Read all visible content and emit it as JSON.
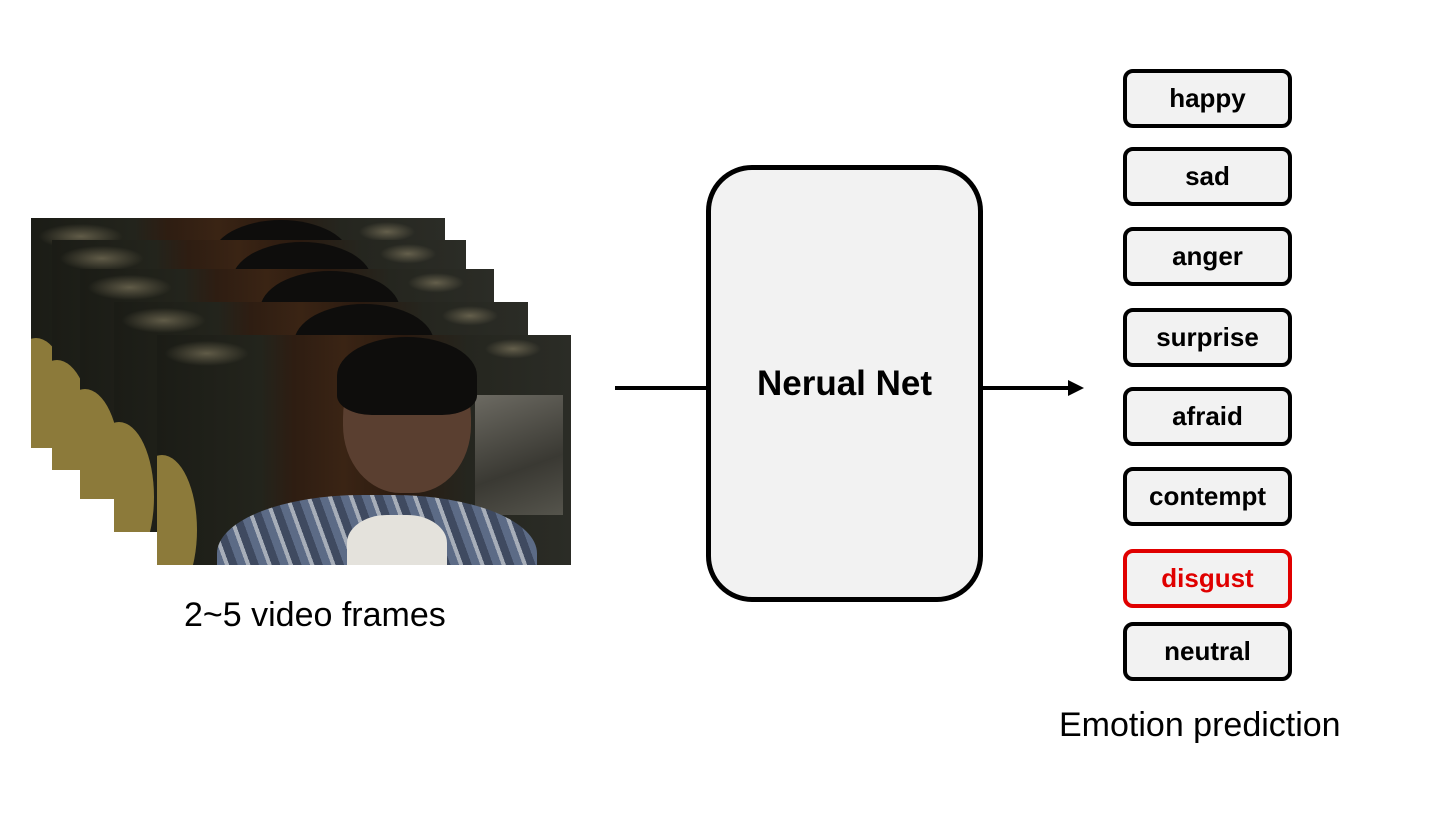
{
  "input": {
    "caption": "2~5 video frames"
  },
  "model": {
    "label": "Nerual Net"
  },
  "output": {
    "caption": "Emotion prediction",
    "highlight_color": "#e00000",
    "emotions": [
      {
        "label": "happy"
      },
      {
        "label": "sad"
      },
      {
        "label": "anger"
      },
      {
        "label": "surprise"
      },
      {
        "label": "afraid"
      },
      {
        "label": "contempt"
      },
      {
        "label": "disgust",
        "highlighted": true
      },
      {
        "label": "neutral"
      }
    ]
  }
}
